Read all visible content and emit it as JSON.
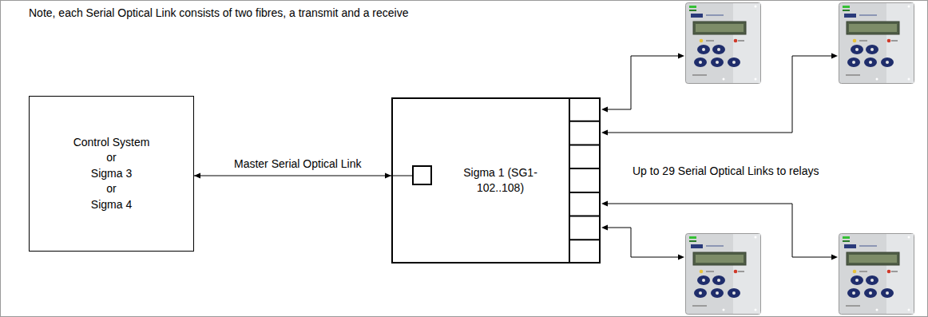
{
  "diagram": {
    "nodes": [
      {
        "text": [
          "Control System",
          "or",
          "Sigma 3",
          "or",
          "Sigma 4"
        ]
      },
      {
        "text": [
          "Sigma 1 (SG1-102..108)"
        ]
      }
    ],
    "edges": [
      {
        "from": 0,
        "to": 1,
        "label": "Master Serial Optical Link",
        "arrow": "both"
      }
    ],
    "labels": [
      "Note, each Serial Optical Link consists of two fibres, a transmit and a receive",
      "Up to 29 Serial Optical Links to relays"
    ]
  }
}
